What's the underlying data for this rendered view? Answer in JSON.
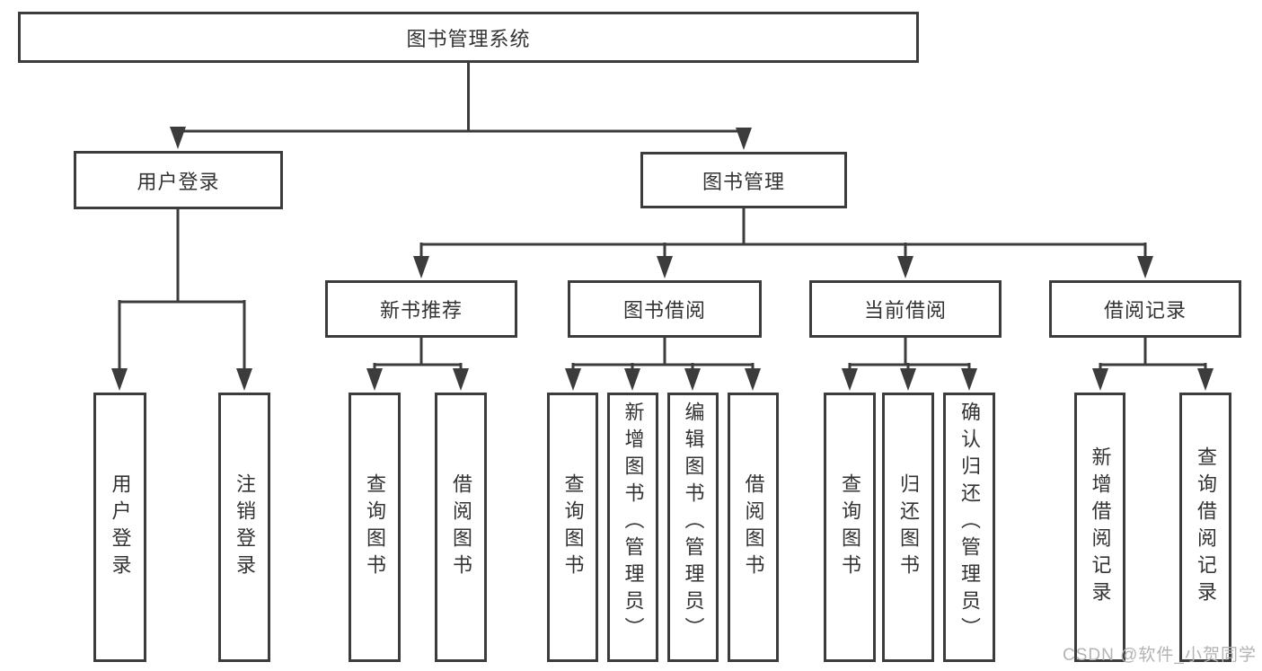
{
  "diagram": {
    "root": {
      "label": "图书管理系统"
    },
    "user_login": {
      "label": "用户登录",
      "children": [
        {
          "label": "用户登录"
        },
        {
          "label": "注销登录"
        }
      ]
    },
    "book_management": {
      "label": "图书管理",
      "sections": [
        {
          "label": "新书推荐",
          "children": [
            {
              "label": "查询图书"
            },
            {
              "label": "借阅图书"
            }
          ]
        },
        {
          "label": "图书借阅",
          "children": [
            {
              "label": "查询图书"
            },
            {
              "label": "新增图书（管理员）"
            },
            {
              "label": "编辑图书（管理员）"
            },
            {
              "label": "借阅图书"
            }
          ]
        },
        {
          "label": "当前借阅",
          "children": [
            {
              "label": "查询图书"
            },
            {
              "label": "归还图书"
            },
            {
              "label": "确认归还（管理员）"
            }
          ]
        },
        {
          "label": "借阅记录",
          "children": [
            {
              "label": "新增借阅记录"
            },
            {
              "label": "查询借阅记录"
            }
          ]
        }
      ]
    }
  },
  "watermark": {
    "text": "CSDN @软件_小贺同学"
  },
  "colors": {
    "line": "#3c3c3c",
    "text": "#333333",
    "watermark_text": "#b3b3b3",
    "background": "#ffffff"
  }
}
